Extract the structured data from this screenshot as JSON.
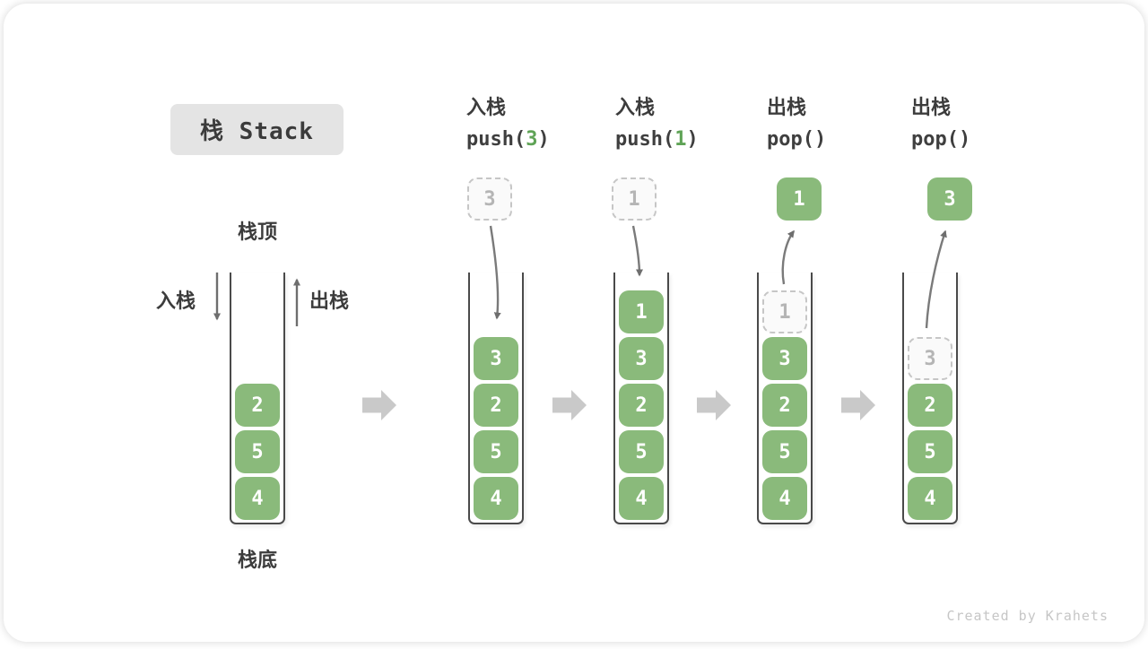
{
  "title": "栈 Stack",
  "labels": {
    "stack_top": "栈顶",
    "stack_bottom": "栈底",
    "push_side": "入栈",
    "pop_side": "出栈"
  },
  "operations": [
    {
      "name": "入栈",
      "fn": "push(",
      "arg": "3",
      "close": ")"
    },
    {
      "name": "入栈",
      "fn": "push(",
      "arg": "1",
      "close": ")"
    },
    {
      "name": "出栈",
      "fn": "pop(",
      "arg": "",
      "close": ")"
    },
    {
      "name": "出栈",
      "fn": "pop(",
      "arg": "",
      "close": ")"
    }
  ],
  "floats": [
    {
      "value": "3",
      "style": "ghost"
    },
    {
      "value": "1",
      "style": "ghost"
    },
    {
      "value": "1",
      "style": "solid"
    },
    {
      "value": "3",
      "style": "solid"
    }
  ],
  "stacks": [
    {
      "ghost": null,
      "cells": [
        "2",
        "5",
        "4"
      ]
    },
    {
      "ghost": null,
      "cells": [
        "3",
        "2",
        "5",
        "4"
      ]
    },
    {
      "ghost": null,
      "cells": [
        "1",
        "3",
        "2",
        "5",
        "4"
      ]
    },
    {
      "ghost": "1",
      "cells": [
        "3",
        "2",
        "5",
        "4"
      ]
    },
    {
      "ghost": "3",
      "cells": [
        "2",
        "5",
        "4"
      ]
    }
  ],
  "footer": "Created by Krahets",
  "colors": {
    "cell_green": "#8aba7b",
    "code_arg_green": "#5fa356",
    "dark_text": "#3c3c3c",
    "thin_arrow": "#7a7a7a",
    "block_arrow": "#c9c9c9",
    "ghost_border": "#c6c6c6",
    "title_box_bg": "#e4e4e4",
    "watermark": "#c6c6c6"
  }
}
